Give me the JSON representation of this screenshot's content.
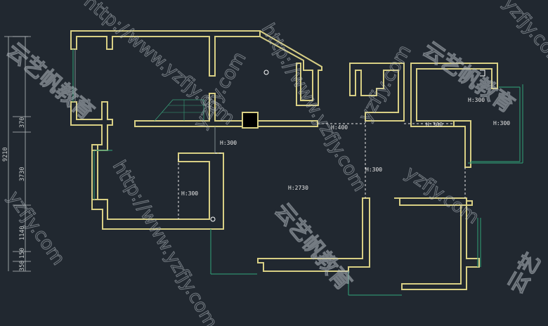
{
  "plan": {
    "room_labels": [
      "H:300",
      "H:400",
      "H:300",
      "H:300",
      "H:300",
      "H:300",
      "H:2730",
      "H:300"
    ],
    "dimensions": [
      "9210",
      "370",
      "3730",
      "1140",
      "150",
      "350"
    ]
  },
  "watermarks": {
    "url_text": "http://www.yzfjy.com",
    "short_url": "yzfjy.com",
    "brand_cn": "云艺帆教育",
    "brand_cn_short": "云艺"
  },
  "colors": {
    "background": "#212830",
    "wall": "#d8cf84",
    "window": "#2f8f6e",
    "text": "#e8e8e8"
  }
}
